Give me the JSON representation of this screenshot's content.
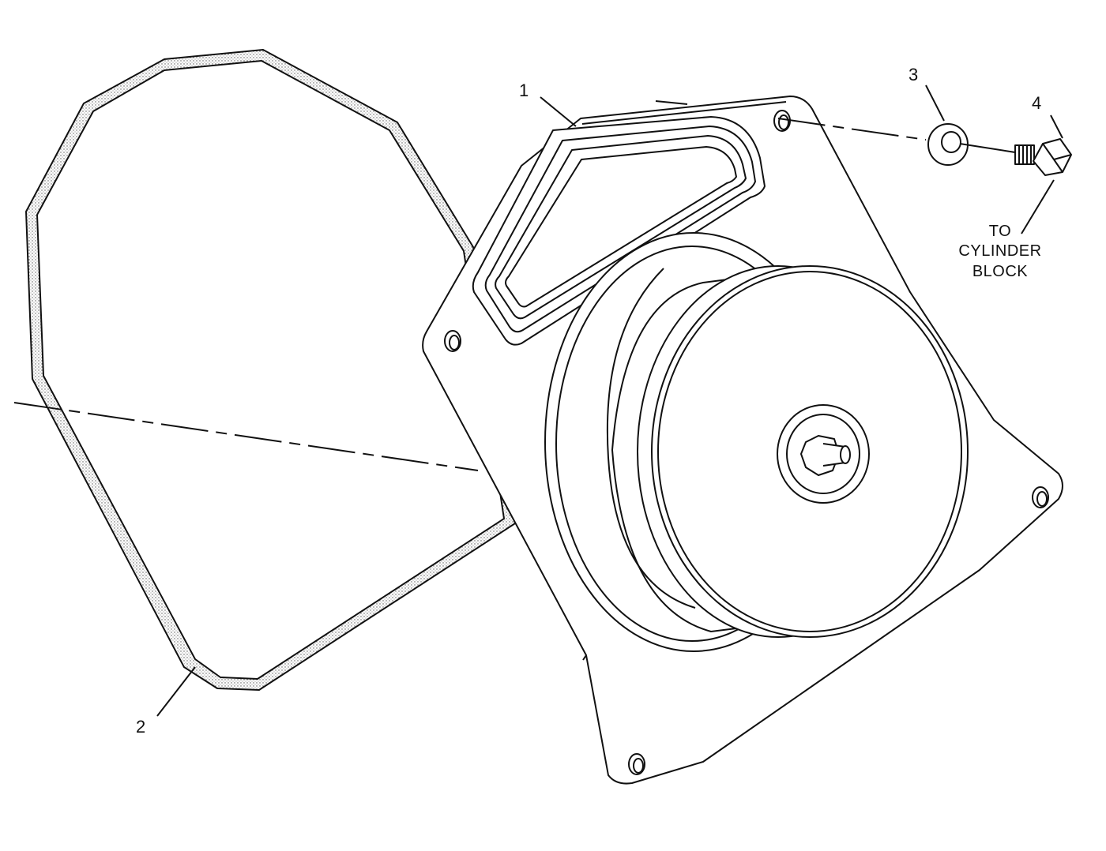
{
  "callouts": {
    "housing": "1",
    "seal": "2",
    "washer": "3",
    "bolt": "4"
  },
  "note": {
    "line1": "TO",
    "line2": "CYLINDER",
    "line3": "BLOCK"
  },
  "colors": {
    "line": "#111111",
    "background": "#ffffff",
    "stipple": "#555555"
  }
}
